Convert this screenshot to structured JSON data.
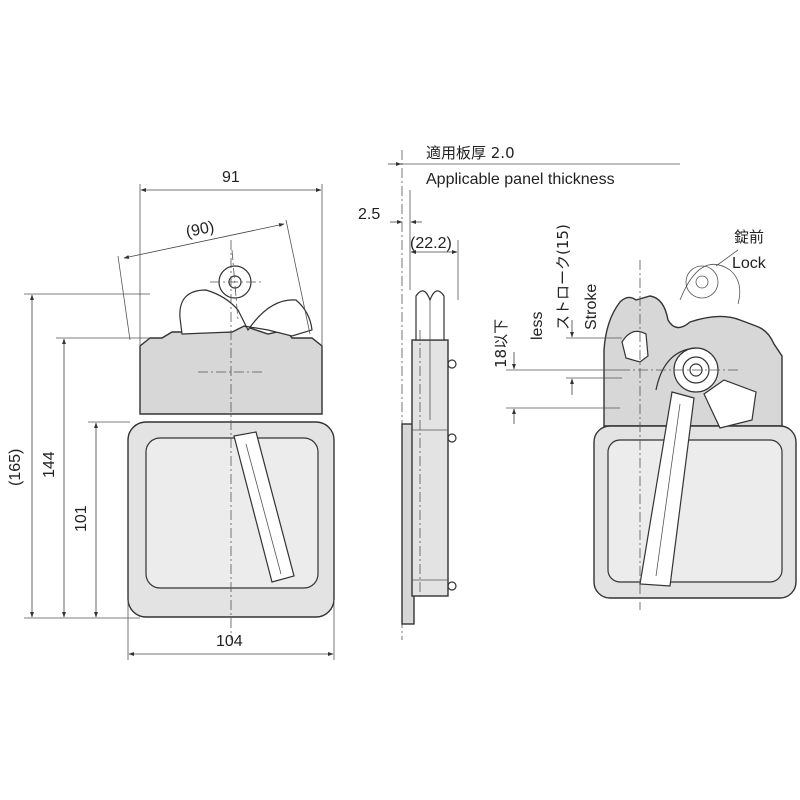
{
  "front_view": {
    "dim_width_top": "91",
    "dim_rotated": "(90)",
    "dim_height_total": "(165)",
    "dim_height_body": "144",
    "dim_height_tray": "101",
    "dim_width_bottom": "104"
  },
  "side_view": {
    "panel_label_jp": "適用板厚 2.0",
    "panel_label_en": "Applicable panel thickness",
    "dim_offset": "2.5",
    "dim_depth": "(22.2)"
  },
  "rear_view": {
    "less_jp": "18以下",
    "less_en": "less",
    "stroke_jp": "ストローク(15)",
    "stroke_en": "Stroke",
    "lock_jp": "錠前",
    "lock_en": "Lock"
  }
}
